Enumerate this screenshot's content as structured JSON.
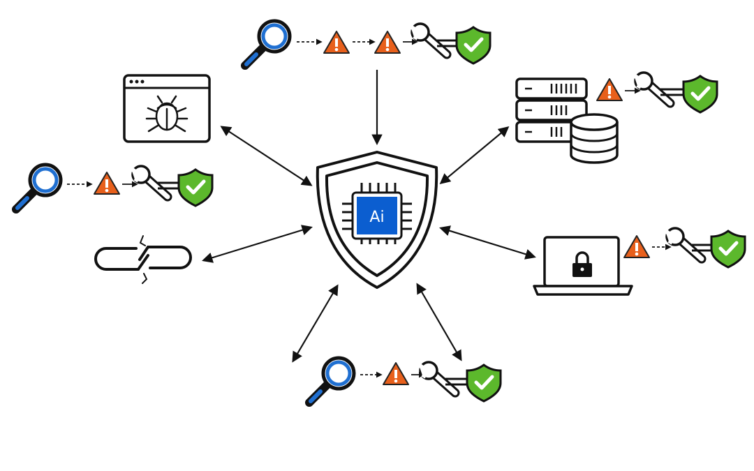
{
  "diagram": {
    "title": "",
    "center": {
      "icon": "ai-chip-shield-icon",
      "chip_label": "Ai"
    },
    "nodes": [
      {
        "id": "web-app",
        "icon": "browser-bug-icon"
      },
      {
        "id": "servers",
        "icon": "server-database-icon"
      },
      {
        "id": "broken-link",
        "icon": "broken-chain-icon"
      },
      {
        "id": "laptop",
        "icon": "locked-laptop-icon"
      }
    ],
    "workflows": [
      {
        "id": "top",
        "steps": [
          "magnifier-icon",
          "warning-icon",
          "warning-icon",
          "wrench-icon",
          "check-shield-icon"
        ]
      },
      {
        "id": "left",
        "steps": [
          "magnifier-icon",
          "warning-icon",
          "wrench-icon",
          "check-shield-icon"
        ]
      },
      {
        "id": "servers",
        "steps": [
          "warning-icon",
          "wrench-icon",
          "check-shield-icon"
        ]
      },
      {
        "id": "laptop",
        "steps": [
          "warning-icon",
          "wrench-icon",
          "check-shield-icon"
        ]
      },
      {
        "id": "bottom",
        "steps": [
          "magnifier-icon",
          "warning-icon",
          "wrench-icon",
          "check-shield-icon"
        ]
      }
    ],
    "colors": {
      "chip": "#0b5ed0",
      "warning": "#e8601c",
      "check": "#5cb82c",
      "magnifier": "#1f6fd1",
      "line": "#111111"
    }
  }
}
